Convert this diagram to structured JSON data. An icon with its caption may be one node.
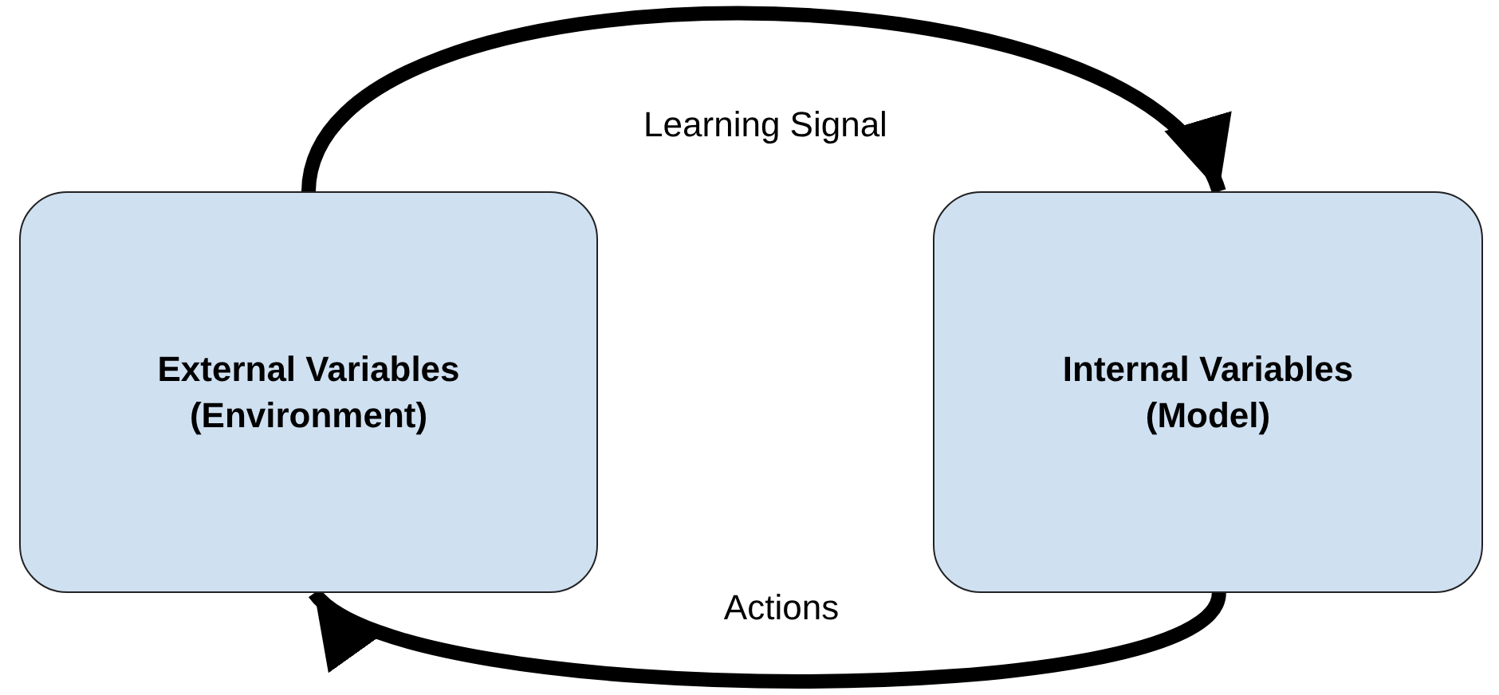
{
  "diagram": {
    "nodes": [
      {
        "text": [
          "External Variables (Environment)"
        ]
      },
      {
        "text": [
          "Internal Variables (Model)"
        ]
      }
    ],
    "edges": [
      {
        "from": 0,
        "to": 1,
        "arrow": "to",
        "label": "Learning Signal"
      },
      {
        "from": 1,
        "to": 0,
        "arrow": "to",
        "label": "Actions"
      }
    ]
  }
}
